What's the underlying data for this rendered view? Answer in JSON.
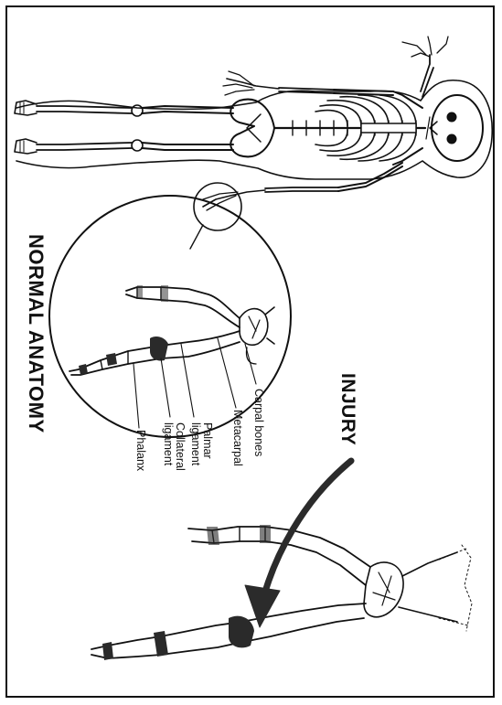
{
  "titles": {
    "normal_anatomy": "NORMAL ANATOMY",
    "injury": "INJURY"
  },
  "labels": {
    "carpal_bones": "Carpal bones",
    "metacarpal": "Metacarpal",
    "palmar_ligament": "Palmar\nligament",
    "collateral_ligament": "Collateral\nligament",
    "phalanx": "Phalanx"
  },
  "colors": {
    "line": "#111111",
    "bone_fill": "#ffffff",
    "ligament": "#2a2a2a",
    "injury_arrow": "#2b2b2b"
  }
}
